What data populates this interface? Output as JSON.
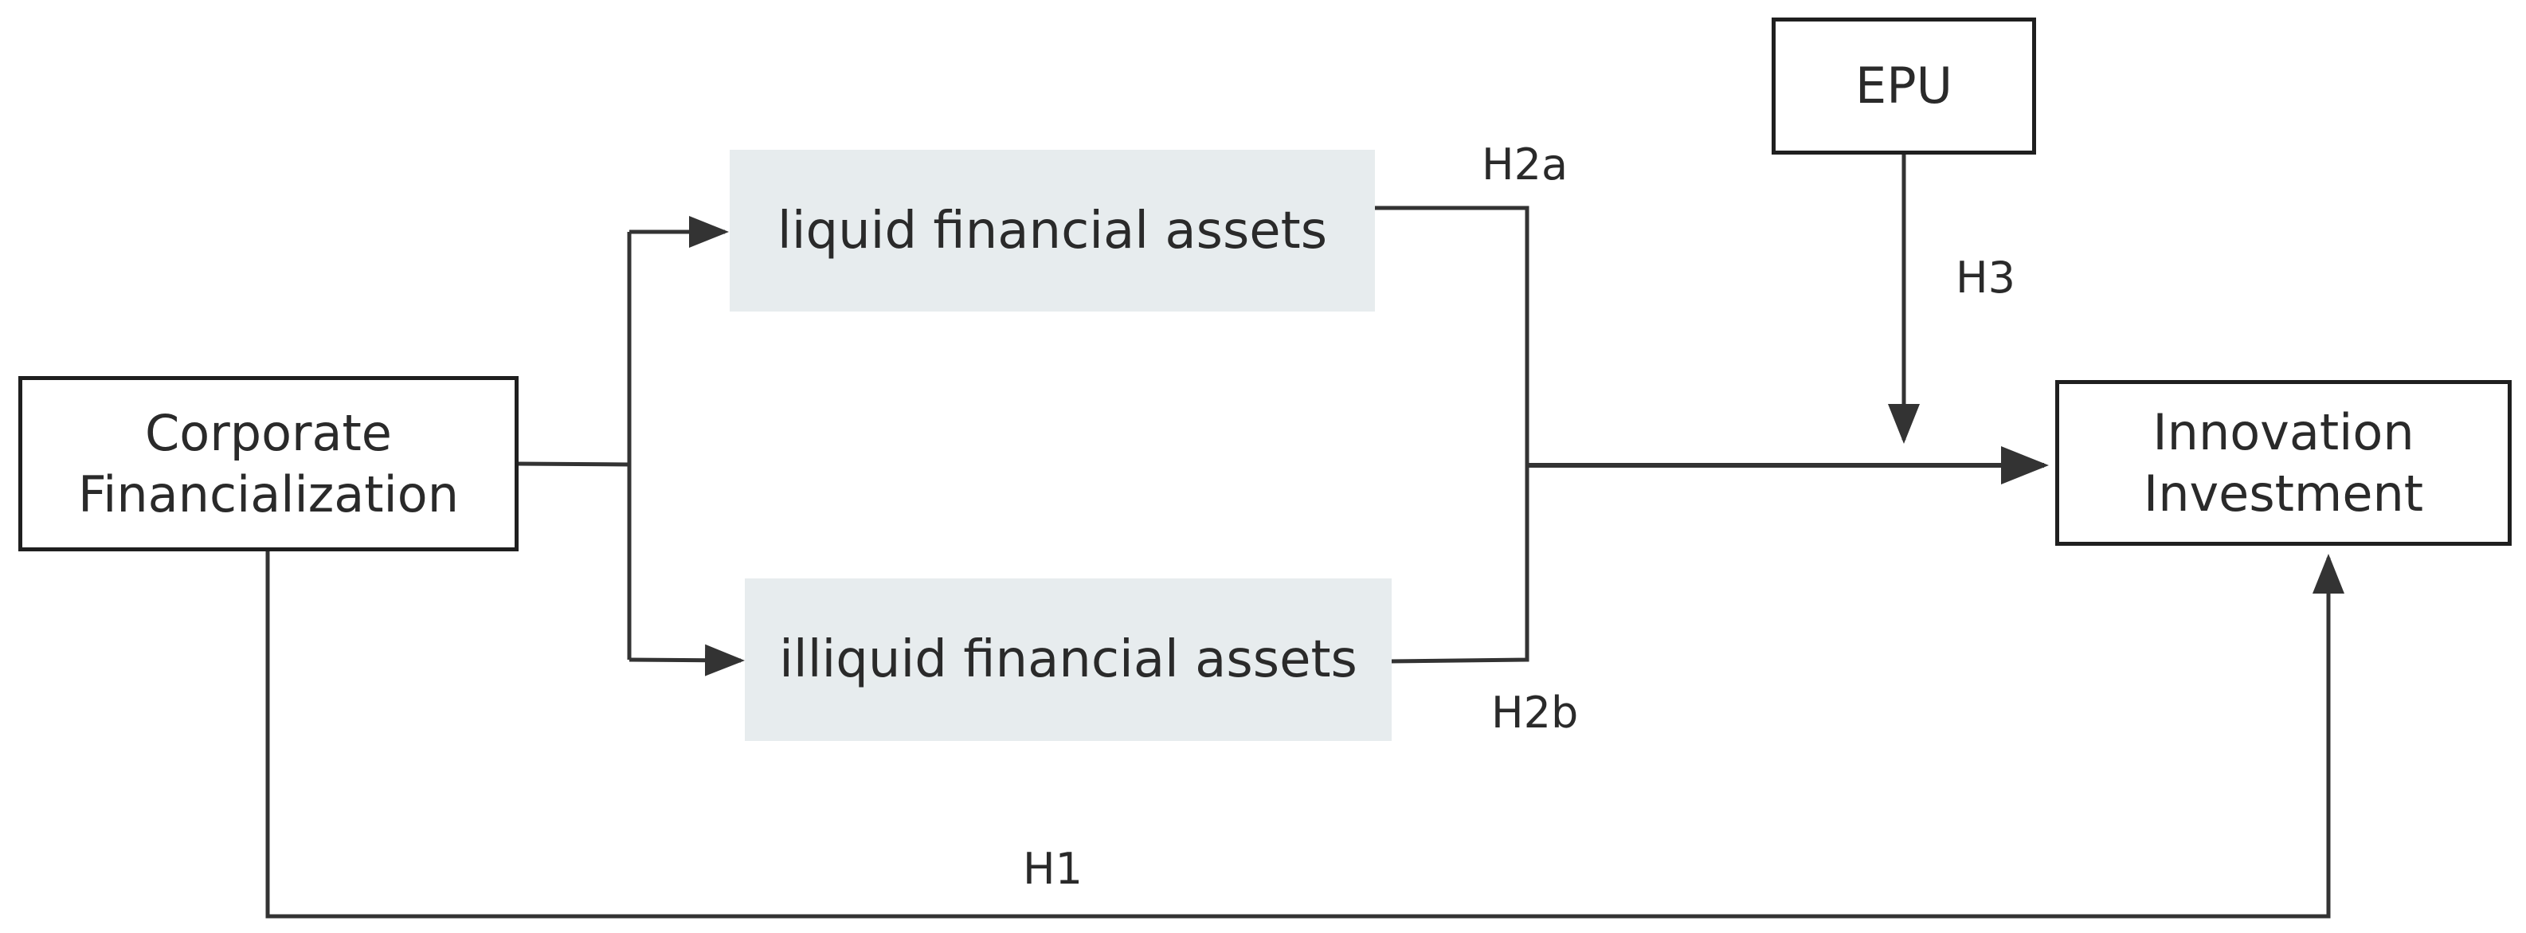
{
  "nodes": {
    "corporate_financialization": {
      "line1": "Corporate",
      "line2": "Financialization"
    },
    "liquid": {
      "label": "liquid financial assets"
    },
    "illiquid": {
      "label": "illiquid financial assets"
    },
    "epu": {
      "label": "EPU"
    },
    "innovation_investment": {
      "line1": "Innovation",
      "line2": "Investment"
    }
  },
  "edge_labels": {
    "h1": "H1",
    "h2a": "H2a",
    "h2b": "H2b",
    "h3": "H3"
  },
  "colors": {
    "line": "#333333",
    "box_border": "#1f1f1f",
    "shaded_box": "#e7ecee",
    "text": "#2a2a2a"
  }
}
